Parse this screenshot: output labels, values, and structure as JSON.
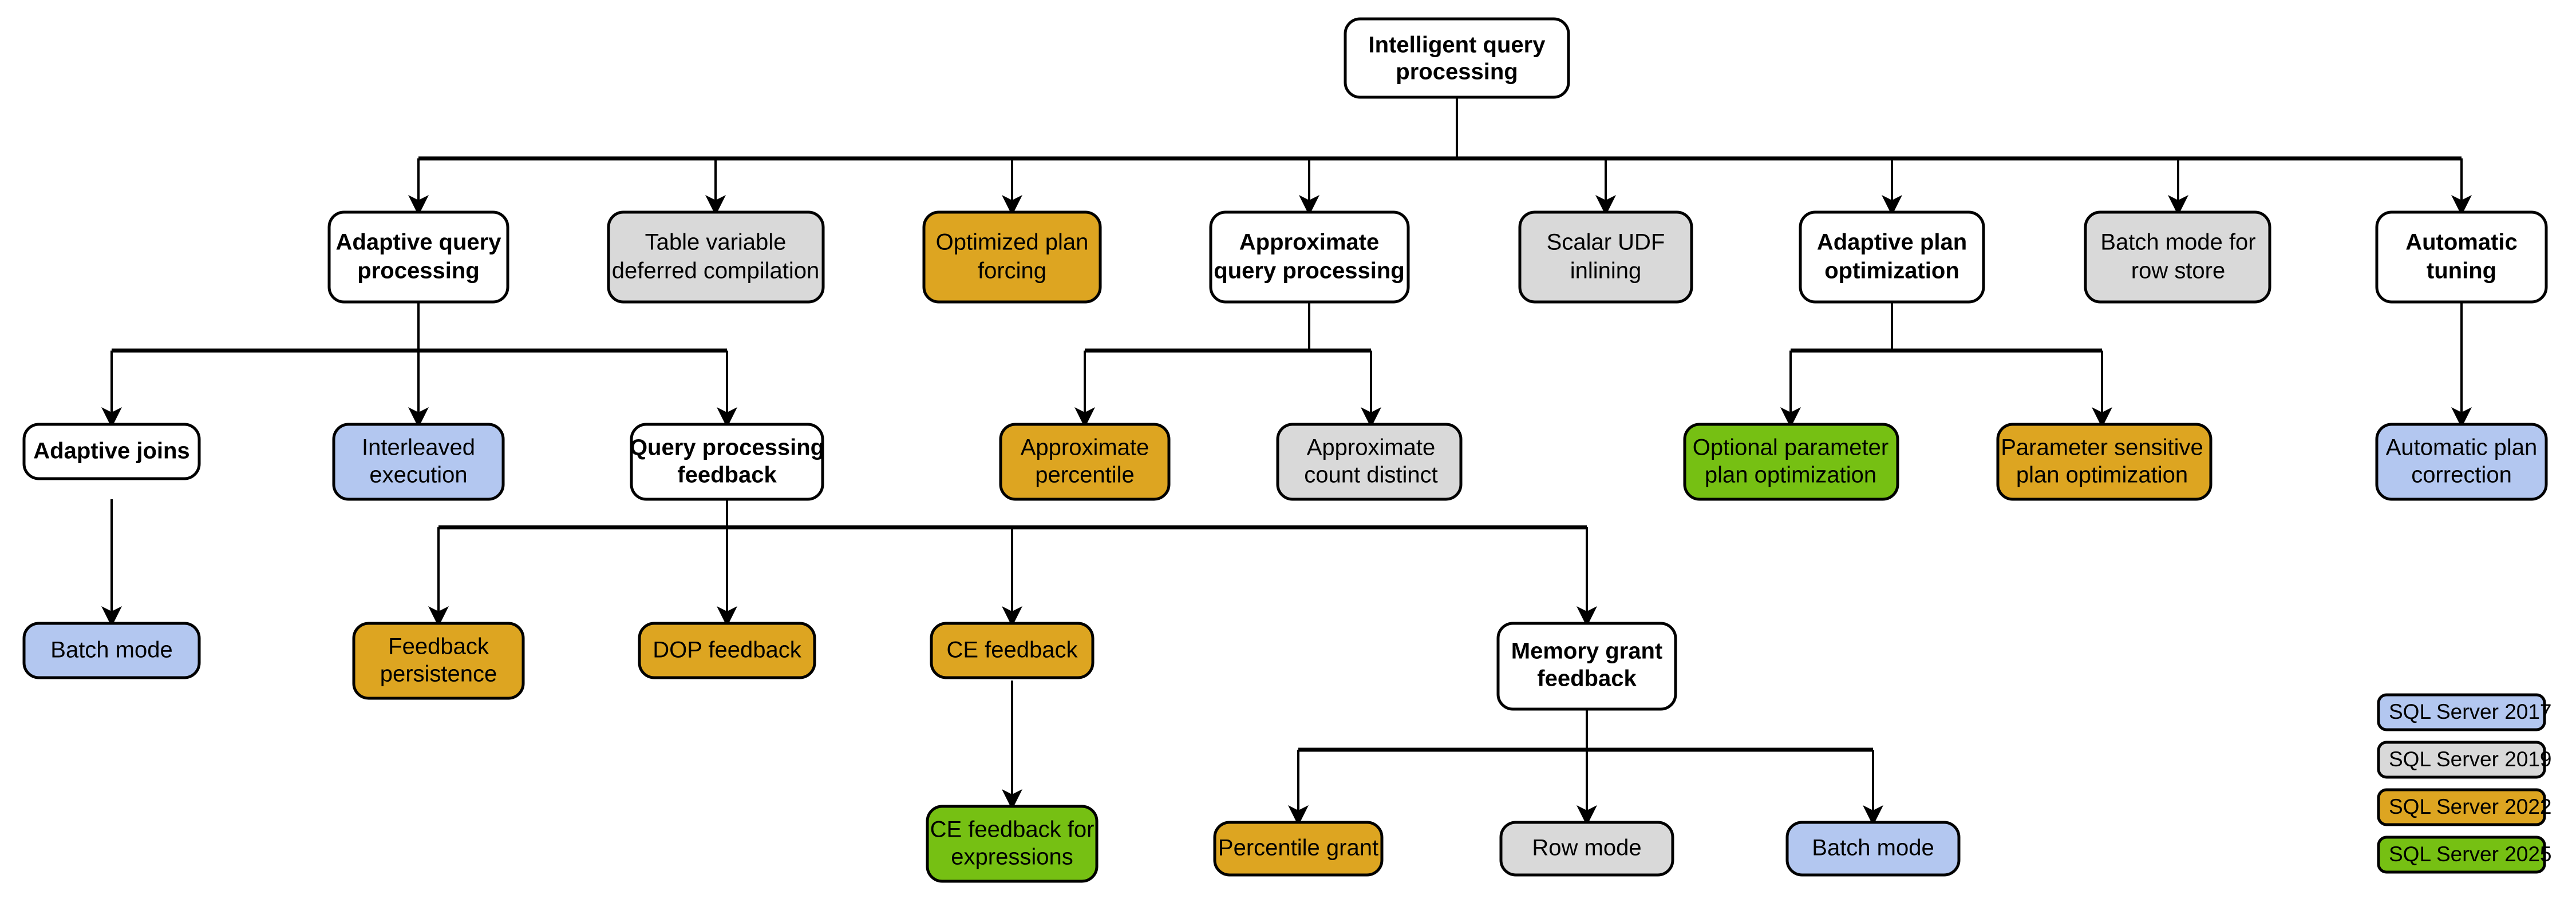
{
  "diagram": {
    "title_node": "Intelligent query processing",
    "palette": {
      "sql2017": "#b3c7f0",
      "sql2019": "#d9d9d9",
      "sql2022": "#dda521",
      "sql2025": "#76c013",
      "default": "#ffffff",
      "stroke": "#000000",
      "text": "#000000"
    },
    "nodes": {
      "root": {
        "label_line1": "Intelligent query",
        "label_line2": "processing",
        "fill": "#ffffff",
        "bold": true
      },
      "adaptive_query_processing": {
        "label_line1": "Adaptive query",
        "label_line2": "processing",
        "fill": "#ffffff",
        "bold": true
      },
      "table_variable_deferred_compilation": {
        "label_line1": "Table variable",
        "label_line2": "deferred compilation",
        "fill": "#d9d9d9",
        "bold": false
      },
      "optimized_plan_forcing": {
        "label_line1": "Optimized plan",
        "label_line2": "forcing",
        "fill": "#dda521",
        "bold": false
      },
      "approximate_query_processing": {
        "label_line1": "Approximate",
        "label_line2": "query processing",
        "fill": "#ffffff",
        "bold": true
      },
      "scalar_udf_inlining": {
        "label_line1": "Scalar UDF",
        "label_line2": "inlining",
        "fill": "#d9d9d9",
        "bold": false
      },
      "adaptive_plan_optimization": {
        "label_line1": "Adaptive plan",
        "label_line2": "optimization",
        "fill": "#ffffff",
        "bold": true
      },
      "batch_mode_for_row_store": {
        "label_line1": "Batch mode for",
        "label_line2": "row store",
        "fill": "#d9d9d9",
        "bold": false
      },
      "automatic_tuning": {
        "label_line1": "Automatic",
        "label_line2": "tuning",
        "fill": "#ffffff",
        "bold": true
      },
      "adaptive_joins": {
        "label_line1": "Adaptive joins",
        "label_line2": "",
        "fill": "#ffffff",
        "bold": true
      },
      "interleaved_execution": {
        "label_line1": "Interleaved",
        "label_line2": "execution",
        "fill": "#b3c7f0",
        "bold": false
      },
      "query_processing_feedback": {
        "label_line1": "Query processing",
        "label_line2": "feedback",
        "fill": "#ffffff",
        "bold": true
      },
      "approximate_percentile": {
        "label_line1": "Approximate",
        "label_line2": "percentile",
        "fill": "#dda521",
        "bold": false
      },
      "approximate_count_distinct": {
        "label_line1": "Approximate",
        "label_line2": "count distinct",
        "fill": "#d9d9d9",
        "bold": false
      },
      "optional_parameter_plan_optimization": {
        "label_line1": "Optional parameter",
        "label_line2": "plan optimization",
        "fill": "#76c013",
        "bold": false
      },
      "parameter_sensitive_plan_optimization": {
        "label_line1": "Parameter sensitive",
        "label_line2": "plan optimization",
        "fill": "#dda521",
        "bold": false
      },
      "automatic_plan_correction": {
        "label_line1": "Automatic plan",
        "label_line2": "correction",
        "fill": "#b3c7f0",
        "bold": false
      },
      "batch_mode": {
        "label_line1": "Batch mode",
        "label_line2": "",
        "fill": "#b3c7f0",
        "bold": false
      },
      "feedback_persistence": {
        "label_line1": "Feedback",
        "label_line2": "persistence",
        "fill": "#dda521",
        "bold": false
      },
      "dop_feedback": {
        "label_line1": "DOP feedback",
        "label_line2": "",
        "fill": "#dda521",
        "bold": false
      },
      "ce_feedback": {
        "label_line1": "CE feedback",
        "label_line2": "",
        "fill": "#dda521",
        "bold": false
      },
      "memory_grant_feedback": {
        "label_line1": "Memory grant",
        "label_line2": "feedback",
        "fill": "#ffffff",
        "bold": true
      },
      "ce_feedback_for_expressions": {
        "label_line1": "CE feedback for",
        "label_line2": "expressions",
        "fill": "#76c013",
        "bold": false
      },
      "percentile_grant": {
        "label_line1": "Percentile grant",
        "label_line2": "",
        "fill": "#dda521",
        "bold": false
      },
      "row_mode": {
        "label_line1": "Row mode",
        "label_line2": "",
        "fill": "#d9d9d9",
        "bold": false
      },
      "batch_mode_mgf": {
        "label_line1": "Batch mode",
        "label_line2": "",
        "fill": "#b3c7f0",
        "bold": false
      }
    },
    "legend": {
      "items": [
        {
          "label": "SQL Server 2017",
          "fill": "#b3c7f0"
        },
        {
          "label": "SQL Server 2019",
          "fill": "#d9d9d9"
        },
        {
          "label": "SQL Server 2022",
          "fill": "#dda521"
        },
        {
          "label": "SQL Server 2025",
          "fill": "#76c013"
        }
      ]
    }
  }
}
